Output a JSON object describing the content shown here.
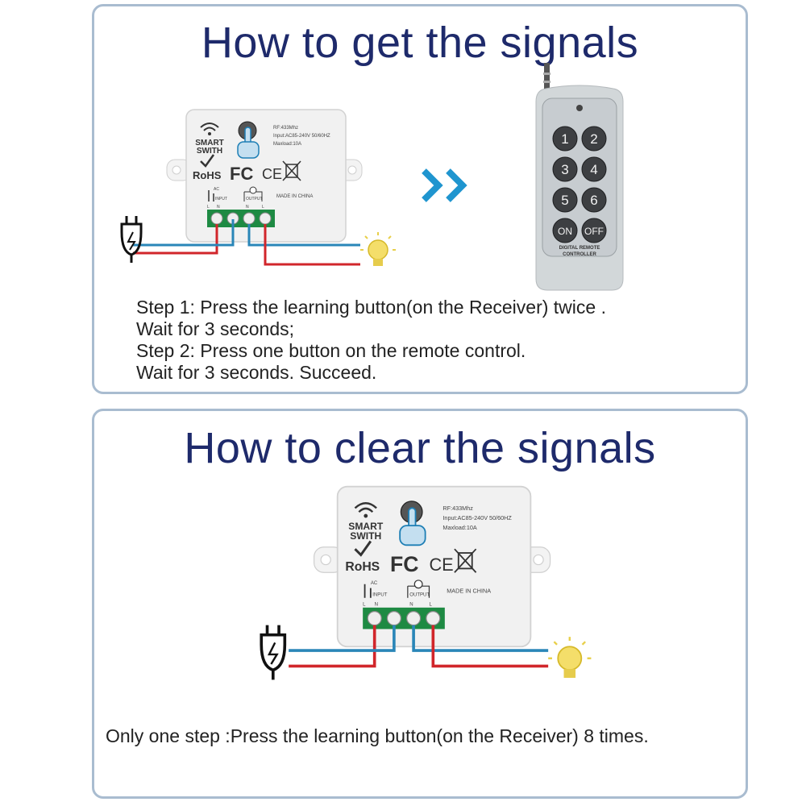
{
  "get_section": {
    "title": "How to get the signals",
    "steps": [
      "Step 1: Press the learning button(on the Receiver) twice .",
      "Wait for 3 seconds;",
      "Step 2: Press one button on the remote control.",
      "Wait for 3 seconds. Succeed."
    ]
  },
  "clear_section": {
    "title": "How to clear the signals",
    "instruction": "Only one step :Press the learning button(on the Receiver) 8 times."
  },
  "receiver": {
    "brand_line1": "SMART",
    "brand_line2": "SWITH",
    "rf": "RF:433Mhz",
    "input": "Input:AC85-240V 50/60HZ",
    "maxload": "Maxload:10A",
    "rohs": "RoHS",
    "fc": "FC",
    "ce": "CE",
    "made_in": "MADE IN CHINA",
    "ac": "AC",
    "input_label": "INPUT",
    "output_label": "OUTPUT",
    "l": "L",
    "n": "N"
  },
  "remote": {
    "buttons": [
      "1",
      "2",
      "3",
      "4",
      "5",
      "6",
      "ON",
      "OFF"
    ],
    "label_line1": "DIGITAL REMOTE",
    "label_line2": "CONTROLLER"
  },
  "colors": {
    "title": "#1e2a6b",
    "border": "#a9bcd0",
    "wire_red": "#d1262b",
    "wire_blue": "#2a86b8",
    "terminal_green": "#1e8a43",
    "arrow_blue": "#1f95cf",
    "bulb_yellow": "#f4de6a"
  }
}
